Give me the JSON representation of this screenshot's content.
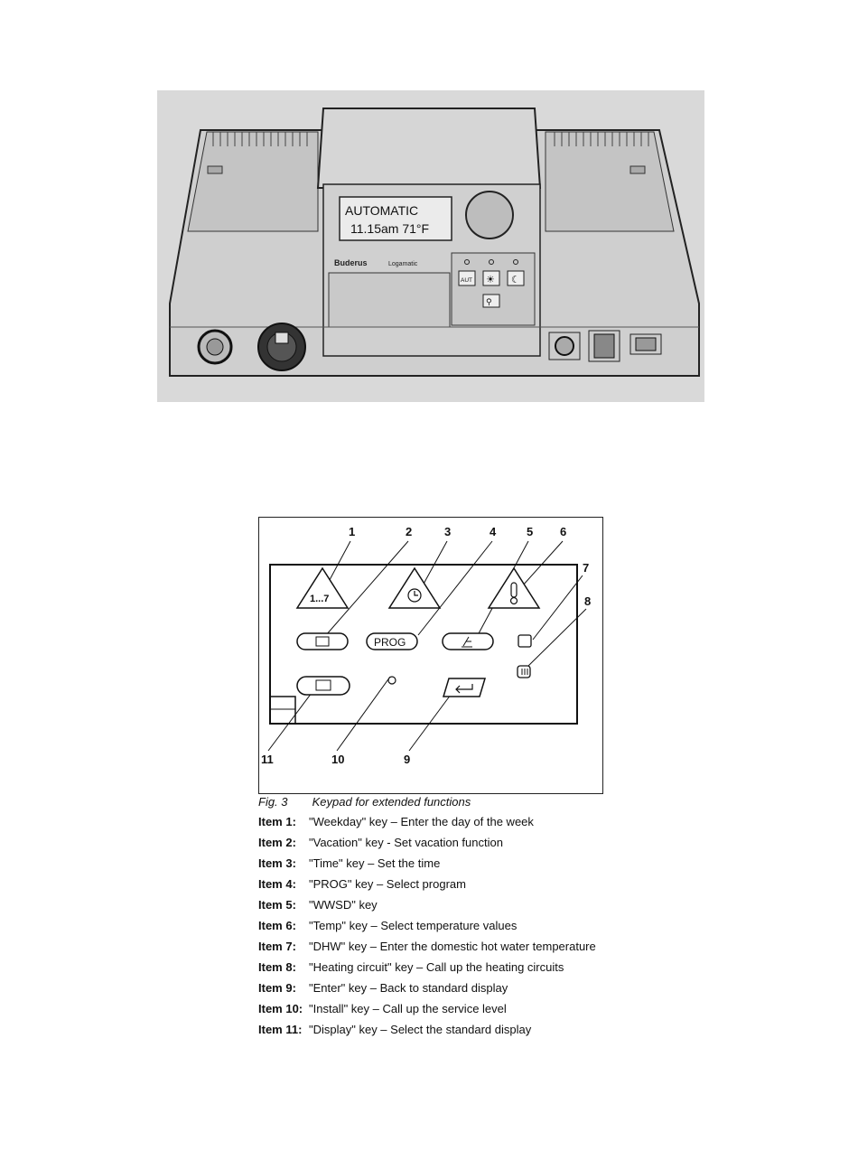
{
  "figure1": {
    "display_line1": "AUTOMATIC",
    "display_line2": "11.15am 71°F",
    "brand_text": "Buderus",
    "model_text": "Logamatic",
    "aut_key_label": "AUT"
  },
  "figure3": {
    "callouts": [
      "1",
      "2",
      "3",
      "4",
      "5",
      "6",
      "7",
      "8",
      "9",
      "10",
      "11"
    ],
    "weekday_key_label": "1...7",
    "prog_key_label": "PROG"
  },
  "caption": {
    "fig_num": "Fig. 3",
    "text": "Keypad for extended functions"
  },
  "items": [
    {
      "label": "Item 1:",
      "text": "\"Weekday\" key – Enter the day of the week"
    },
    {
      "label": "Item 2:",
      "text": "\"Vacation\" key - Set vacation function"
    },
    {
      "label": "Item 3:",
      "text": "\"Time\" key – Set the time"
    },
    {
      "label": "Item 4:",
      "text": "\"PROG\" key – Select program"
    },
    {
      "label": "Item 5:",
      "text": "\"WWSD\" key"
    },
    {
      "label": "Item 6:",
      "text": "\"Temp\" key – Select temperature values"
    },
    {
      "label": "Item 7:",
      "text": "\"DHW\" key – Enter the domestic hot water temperature"
    },
    {
      "label": "Item 8:",
      "text": "\"Heating circuit\" key – Call up the heating circuits"
    },
    {
      "label": "Item 9:",
      "text": "\"Enter\" key – Back to standard display"
    },
    {
      "label": "Item 10:",
      "text": "\"Install\" key – Call up the service level"
    },
    {
      "label": "Item 11:",
      "text": "\"Display\" key – Select the standard display"
    }
  ]
}
